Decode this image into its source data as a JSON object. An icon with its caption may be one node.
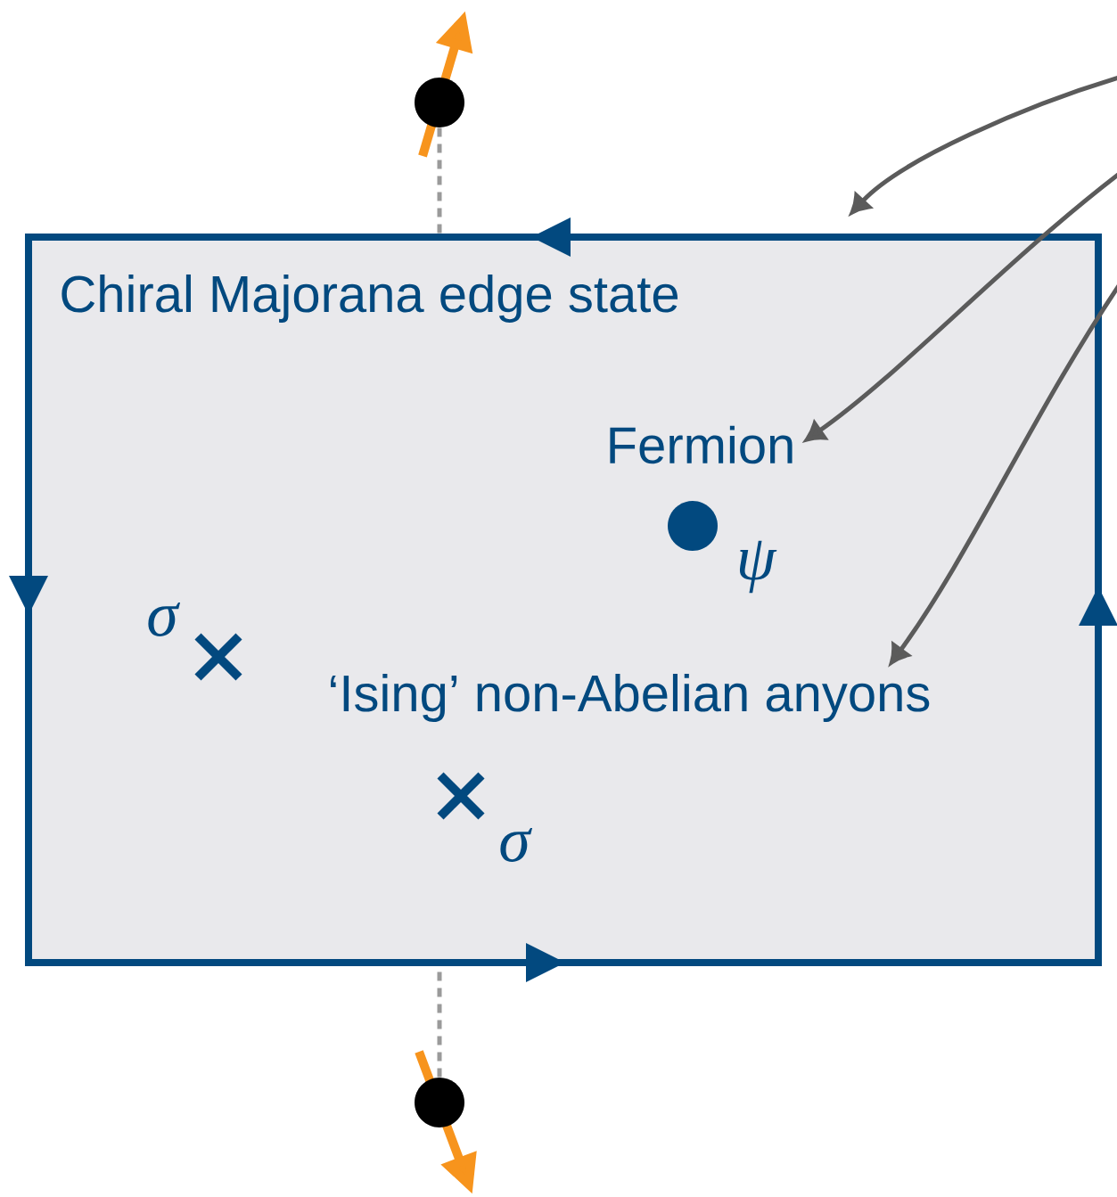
{
  "diagram": {
    "nodes": [
      {
        "text": [
          "Chiral Majorana edge state"
        ]
      },
      {
        "text": [
          "Fermion"
        ],
        "in": 0
      },
      {
        "text": [
          "‘Ising’ non-Abelian anyons"
        ],
        "in": 0
      },
      {
        "text": [],
        "shape": "circle"
      },
      {
        "text": [],
        "shape": "circle"
      }
    ],
    "edges": [
      {
        "from": null,
        "to": 0,
        "arrow": "to",
        "color": "#5b5b5b"
      },
      {
        "from": null,
        "to": 1,
        "arrow": "to",
        "color": "#5b5b5b"
      },
      {
        "from": null,
        "to": 2,
        "arrow": "to",
        "color": "#5b5b5b"
      },
      {
        "from": 3,
        "to": 0,
        "arrow": "none",
        "style": "dashed",
        "color": "#9a9a9a"
      },
      {
        "from": 4,
        "to": 0,
        "arrow": "none",
        "style": "dashed",
        "color": "#9a9a9a"
      }
    ],
    "labels": [
      "ψ",
      "σ",
      "σ"
    ]
  }
}
